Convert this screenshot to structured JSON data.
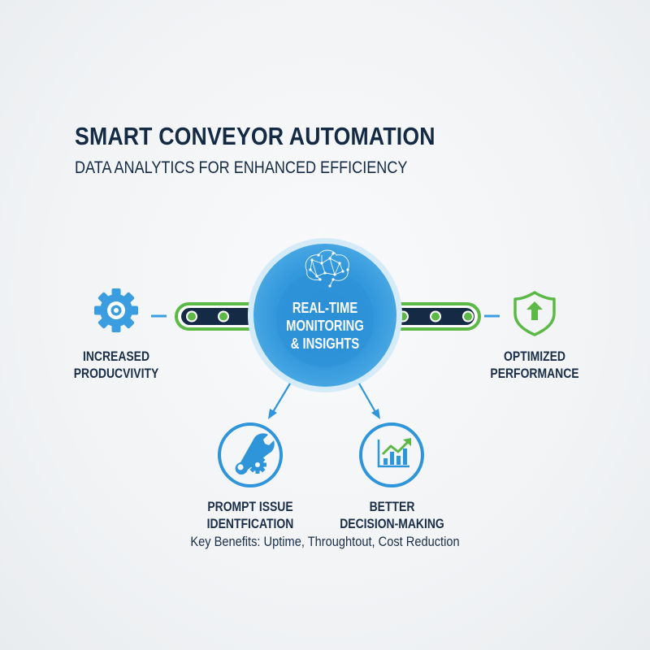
{
  "header": {
    "title": "SMART CONVEYOR AUTOMATION",
    "subtitle": "DATA ANALYTICS FOR ENHANCED EFFICIENCY"
  },
  "center": {
    "icon": "brain-network-icon",
    "lines": [
      "REAL-TIME",
      "MONITORING",
      "& INSIGHTS"
    ]
  },
  "nodes": {
    "left": {
      "icon": "gear-icon",
      "lines": [
        "INCREASED",
        "PRODUCVIVITY"
      ]
    },
    "right": {
      "icon": "shield-arrow-up-icon",
      "lines": [
        "OPTIMIZED",
        "PERFORMANCE"
      ]
    },
    "bottom_left": {
      "icon": "wrench-gear-icon",
      "lines": [
        "PROMPT ISSUE",
        "IDENTFICATION"
      ]
    },
    "bottom_right": {
      "icon": "growth-chart-icon",
      "lines": [
        "BETTER",
        "DECISION-MAKING"
      ]
    }
  },
  "footer": {
    "text": "Key Benefits: Uptime, Throughtout, Cost Reduction"
  },
  "colors": {
    "navy": "#142a44",
    "blue": "#2f95db",
    "light_blue": "#d6ebf8",
    "green": "#5cb946",
    "belt": "#152b45"
  }
}
